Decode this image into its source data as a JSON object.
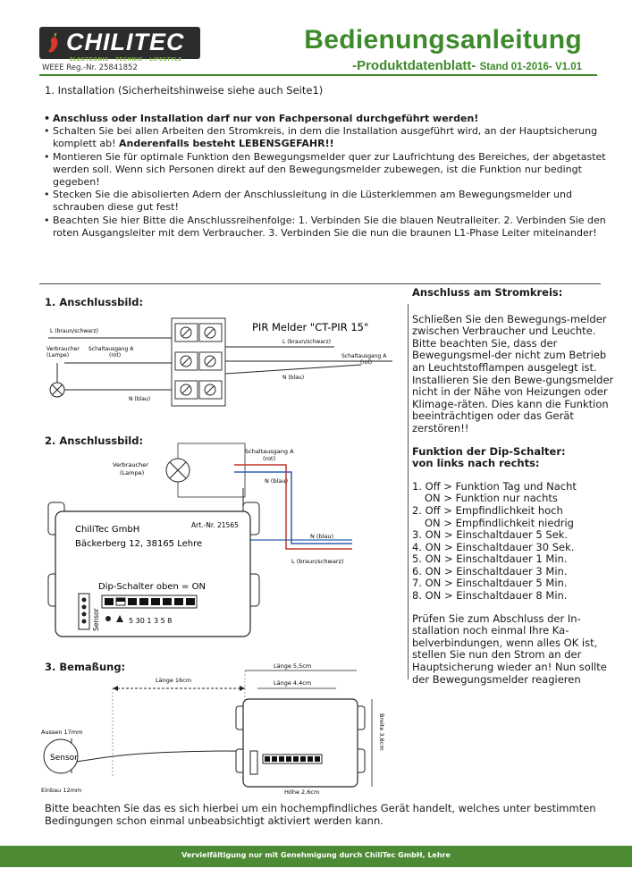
{
  "header": {
    "logo_text": "CHILITEC",
    "logo_tagline": "ELEKTRONIK · TECHNIK · LIFESTYLE",
    "weee": "WEEE Reg.-Nr. 25841852",
    "title": "Bedienungsanleitung",
    "subtitle": "-Produktdatenblatt-",
    "stand": "Stand 01-2016- V1.01"
  },
  "installation": {
    "title": "1. Installation (Sicherheitshinweise siehe auch Seite1)",
    "bullet1": "Anschluss oder Installation darf nur von Fachpersonal durchgeführt werden!",
    "bullet2": "Schalten Sie bei allen Arbeiten den Stromkreis, in dem die Installation ausgeführt wird, an der Hauptsicherung komplett ab!",
    "bullet2_warn": "Anderenfalls besteht LEBENSGEFAHR!!",
    "bullet3": "Montieren Sie für optimale Funktion den Bewegungsmelder quer zur Laufrichtung des Bereiches, der abgetastet werden soll. Wenn sich Personen direkt auf den Bewegungsmelder zubewegen, ist die Funktion nur bedingt gegeben!",
    "bullet4": "Stecken Sie die abisolierten Adern der Anschlussleitung in die Lüsterklemmen am Bewegungsmelder und schrauben diese gut fest!",
    "bullet5": "Beachten Sie hier Bitte die Anschlussreihenfolge: 1. Verbinden Sie die blauen Neutralleiter. 2. Verbinden Sie den roten Ausgangsleiter mit dem Verbraucher. 3. Verbinden Sie die nun die braunen L1-Phase Leiter miteinander!"
  },
  "diagram1": {
    "title": "1. Anschlussbild:",
    "l_label": "L (braun/schwarz)",
    "verbraucher": "Verbraucher",
    "lampe": "(Lampe)",
    "schaltausgang": "Schaltausgang A",
    "rot": "(rot)",
    "n_label": "N (blau)",
    "pir": "PIR Melder \"CT-PIR 15\"",
    "r_l": "L (braun/schwarz)",
    "r_schalt": "Schaltausgang A",
    "r_rot": "(rot)",
    "r_n": "N (blau)"
  },
  "diagram2": {
    "title": "2. Anschlussbild:",
    "verbraucher": "Verbraucher",
    "lampe": "(Lampe)",
    "schalt": "Schaltausgang A",
    "rot": "(rot)",
    "n_blau": "N (blau)",
    "company": "ChiliTec GmbH",
    "artnr": "Art.-Nr. 21565",
    "address": "Bäckerberg 12, 38165 Lehre",
    "dip": "Dip-Schalter oben = ON",
    "sensor": "Sensor",
    "dip_labels": "5 30 1 3 5 8",
    "n_blau2": "N (blau)",
    "l_braun": "L (braun/schwarz)"
  },
  "diagram3": {
    "title": "3. Bemaßung:",
    "laenge16": "Länge 16cm",
    "laenge55": "Länge 5,5cm",
    "laenge44": "Länge 4,4cm",
    "aussen": "Aussen 17mm",
    "sensor": "Sensor",
    "einbau": "Einbau 12mm",
    "breite": "Breite 3,8cm",
    "hoehe": "Höhe 2,6cm"
  },
  "right": {
    "title": "Anschluss am Stromkreis:",
    "para1": "Schließen Sie den Bewegungs-melder zwischen Verbraucher und Leuchte. Bitte beachten Sie,  dass der Bewegungsmel-der nicht zum Betrieb an Leuchtstofflampen ausgelegt ist. Installieren Sie den Bewe-gungsmelder nicht in der Nähe von Heizungen oder Klimage-räten. Dies kann die Funktion beeinträchtigen oder das Gerät zerstören!!",
    "dip_title1": "Funktion der Dip-Schalter:",
    "dip_title2": "von links nach rechts:",
    "dip1": "1. Off > Funktion Tag und Nacht",
    "dip1b": "    ON > Funktion nur nachts",
    "dip2": "2. Off > Empfindlichkeit hoch",
    "dip2b": "    ON > Empfindlichkeit niedrig",
    "dip3": "3. ON > Einschaltdauer 5 Sek.",
    "dip4": "4. ON > Einschaltdauer 30 Sek.",
    "dip5": "5. ON > Einschaltdauer 1 Min.",
    "dip6": "6. ON > Einschaltdauer 3 Min.",
    "dip7": "7. ON > Einschaltdauer 5 Min.",
    "dip8": "8. ON > Einschaltdauer 8 Min.",
    "para2": "Prüfen Sie zum Abschluss der In-stallation noch einmal Ihre Ka-belverbindungen, wenn alles OK ist, stellen Sie nun den Strom an der Hauptsicherung wieder an! Nun sollte der Bewegungsmelder reagieren"
  },
  "footer": {
    "note": "Bitte beachten Sie das es sich hierbei um ein hochempfindliches Gerät handelt, welches unter bestimmten Bedingungen schon einmal unbeabsichtigt aktiviert werden kann.",
    "copyright": "Vervielfältigung nur mit Genehmigung durch ChiliTec GmbH, Lehre"
  },
  "colors": {
    "brand_green": "#3d8a2a",
    "footer_green": "#4c8a33",
    "wire_blue": "#2f5fb0",
    "wire_red": "#c0392b"
  }
}
